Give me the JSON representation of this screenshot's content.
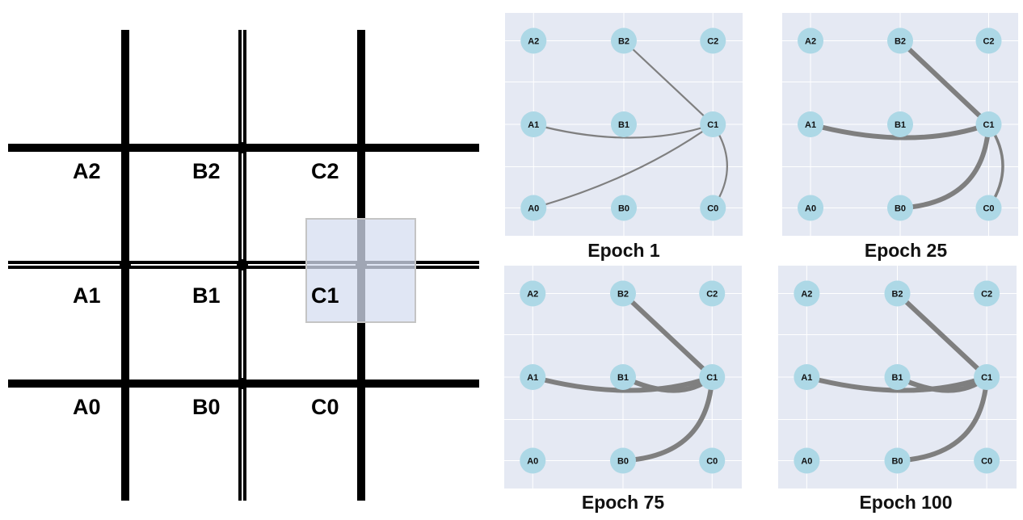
{
  "grid": {
    "cells": [
      "A2",
      "B2",
      "C2",
      "A1",
      "B1",
      "C1",
      "A0",
      "B0",
      "C0"
    ],
    "highlighted": "C1",
    "highlight_color": "#d6def0"
  },
  "graph_panels": [
    {
      "caption": "Epoch 1",
      "edges": [
        {
          "from": "B2",
          "to": "C1",
          "weight": "thin"
        },
        {
          "from": "A1",
          "to": "C1",
          "weight": "thin"
        },
        {
          "from": "A0",
          "to": "C1",
          "weight": "thin"
        },
        {
          "from": "C0",
          "to": "C1",
          "weight": "thin"
        }
      ]
    },
    {
      "caption": "Epoch 25",
      "edges": [
        {
          "from": "B2",
          "to": "C1",
          "weight": "thick"
        },
        {
          "from": "A1",
          "to": "C1",
          "weight": "thick"
        },
        {
          "from": "B0",
          "to": "C1",
          "weight": "thick"
        },
        {
          "from": "C0",
          "to": "C1",
          "weight": "medium"
        }
      ]
    },
    {
      "caption": "Epoch 75",
      "edges": [
        {
          "from": "B2",
          "to": "C1",
          "weight": "thick"
        },
        {
          "from": "A1",
          "to": "C1",
          "weight": "thick"
        },
        {
          "from": "B1",
          "to": "C1",
          "weight": "thick"
        },
        {
          "from": "B0",
          "to": "C1",
          "weight": "thick"
        }
      ]
    },
    {
      "caption": "Epoch 100",
      "edges": [
        {
          "from": "B2",
          "to": "C1",
          "weight": "thick"
        },
        {
          "from": "A1",
          "to": "C1",
          "weight": "thick"
        },
        {
          "from": "B1",
          "to": "C1",
          "weight": "thick"
        },
        {
          "from": "B0",
          "to": "C1",
          "weight": "thick"
        }
      ]
    }
  ],
  "colors": {
    "panel_bg": "#e5e9f3",
    "grid_line": "#ffffff",
    "node_fill": "#add8e6",
    "edge": "#7f7f7f",
    "road": "#000000"
  }
}
